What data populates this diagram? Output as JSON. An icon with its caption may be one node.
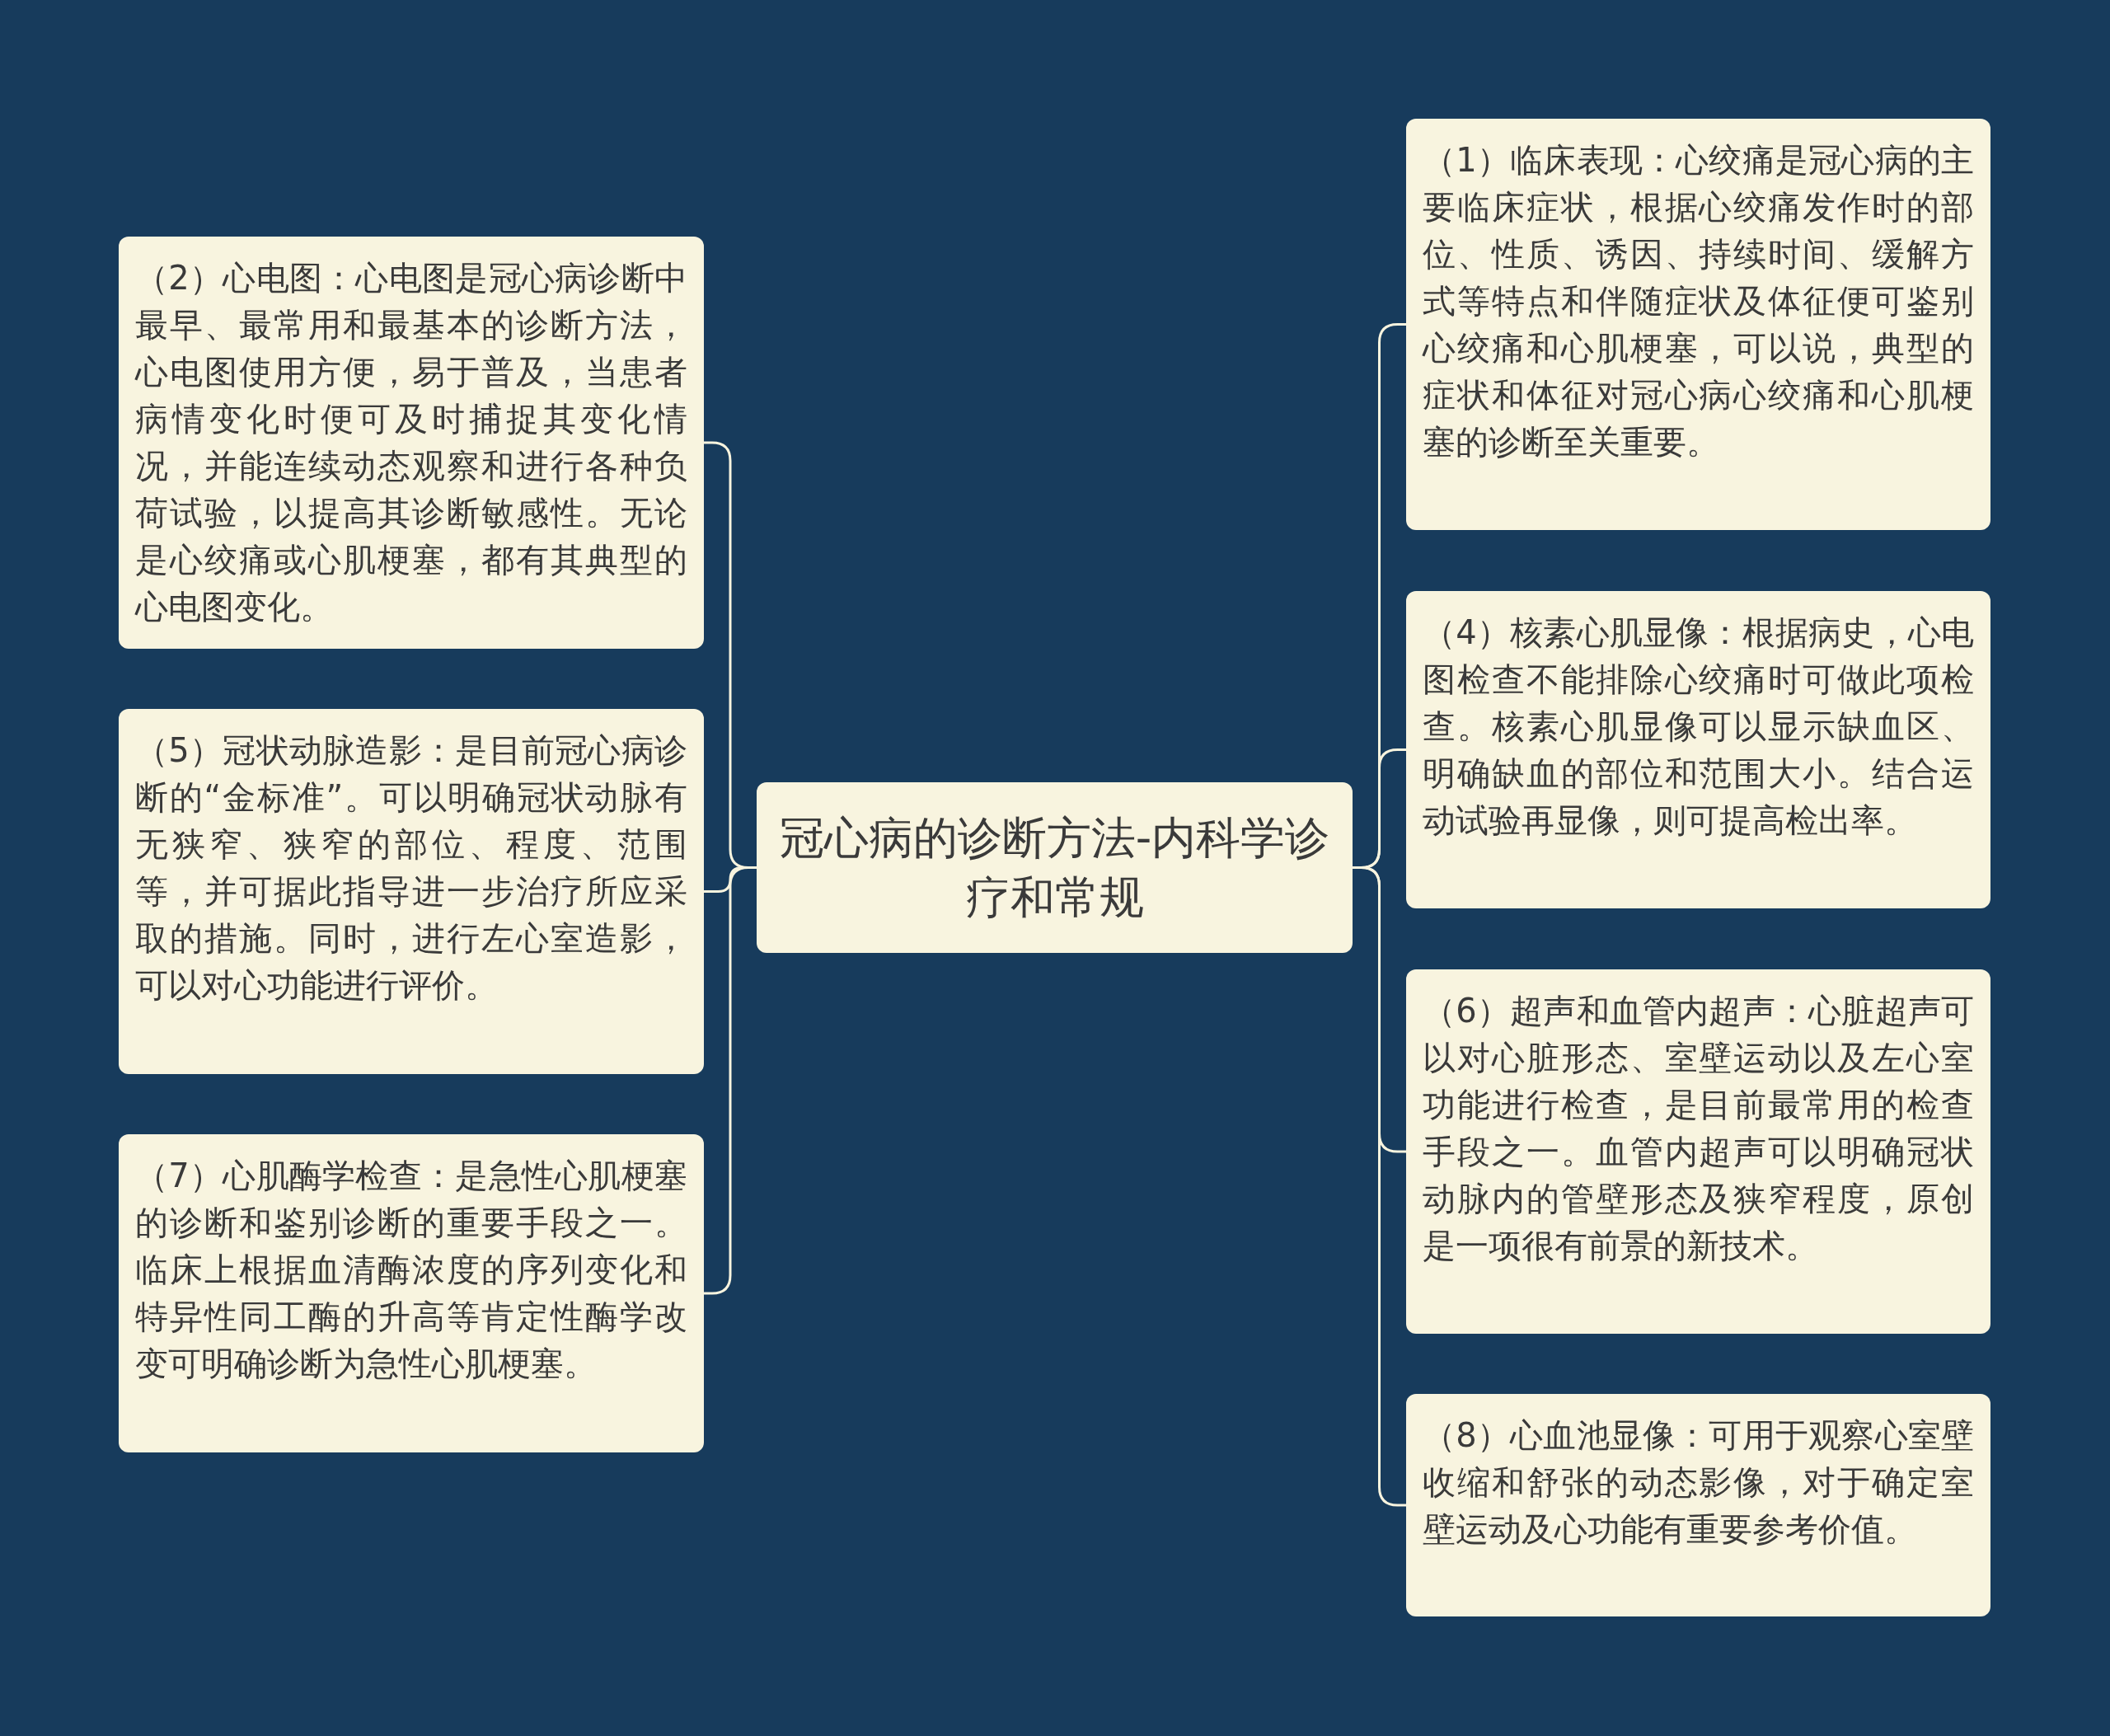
{
  "diagram": {
    "nodes": [
      {
        "text": [
          "冠心病的诊断方法-内科学诊疗和常规"
        ]
      },
      {
        "text": [
          "（1）临床表现：心绞痛是冠心病的主要临床症状，根据心绞痛发作时的部位、性质、诱因、持续时间、缓解方式等特点和伴随症状及体征便可鉴别心绞痛和心肌梗塞，可以说，典型的症状和体征对冠心病心绞痛和心肌梗塞的诊断至关重要。"
        ]
      },
      {
        "text": [
          "（2）心电图：心电图是冠心病诊断中最早、最常用和最基本的诊断方法，心电图使用方便，易于普及，当患者病情变化时便可及时捕捉其变化情况，并能连续动态观察和进行各种负荷试验，以提高其诊断敏感性。无论是心绞痛或心肌梗塞，都有其典型的心电图变化。"
        ]
      },
      {
        "text": [
          "（4）核素心肌显像：根据病史，心电图检查不能排除心绞痛时可做此项检查。核素心肌显像可以显示缺血区、明确缺血的部位和范围大小。结合运动试验再显像，则可提高检出率。"
        ]
      },
      {
        "text": [
          "（5）冠状动脉造影：是目前冠心病诊断的“金标准”。可以明确冠状动脉有无狭窄、狭窄的部位、程度、范围等，并可据此指导进一步治疗所应采取的措施。同时，进行左心室造影，可以对心功能进行评价。"
        ]
      },
      {
        "text": [
          "（6）超声和血管内超声：心脏超声可以对心脏形态、室壁运动以及左心室功能进行检查，是目前最常用的检查手段之一。血管内超声可以明确冠状动脉内的管壁形态及狭窄程度，原创是一项很有前景的新技术。"
        ]
      },
      {
        "text": [
          "（7）心肌酶学检查：是急性心肌梗塞的诊断和鉴别诊断的重要手段之一。临床上根据血清酶浓度的序列变化和特异性同工酶的升高等肯定性酶学改变可明确诊断为急性心肌梗塞。"
        ]
      },
      {
        "text": [
          "（8）心血池显像：可用于观察心室壁收缩和舒张的动态影像，对于确定室壁运动及心功能有重要参考价值。"
        ]
      }
    ],
    "edges": [
      {
        "from": 0,
        "to": 1,
        "arrow": "none"
      },
      {
        "from": 0,
        "to": 2,
        "arrow": "none"
      },
      {
        "from": 0,
        "to": 3,
        "arrow": "none"
      },
      {
        "from": 0,
        "to": 4,
        "arrow": "none"
      },
      {
        "from": 0,
        "to": 5,
        "arrow": "none"
      },
      {
        "from": 0,
        "to": 6,
        "arrow": "none"
      },
      {
        "from": 0,
        "to": 7,
        "arrow": "none"
      }
    ]
  }
}
